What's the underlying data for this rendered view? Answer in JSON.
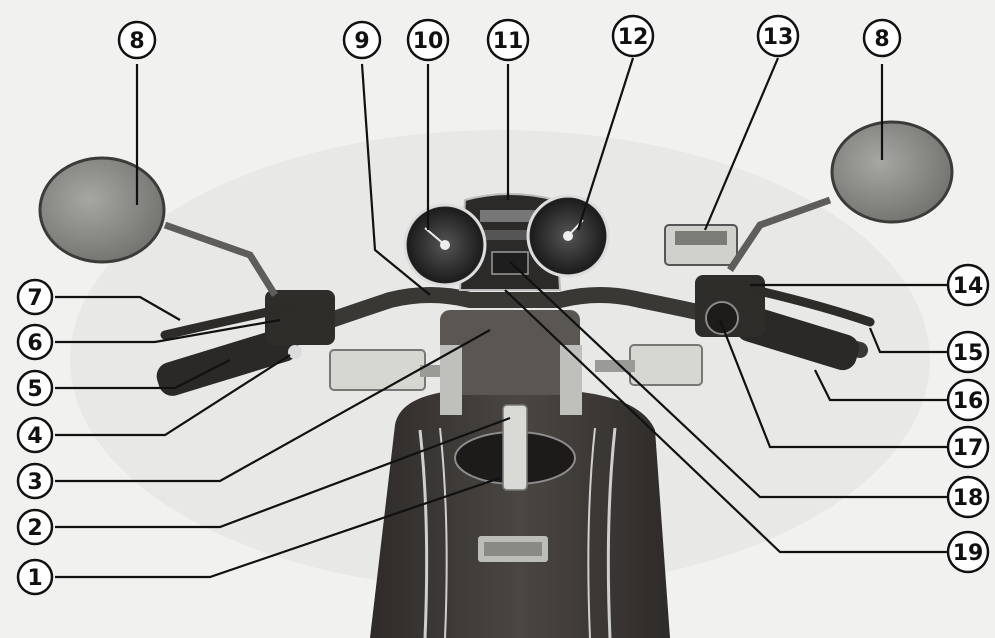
{
  "callouts": [
    {
      "id": "callout-1",
      "label": "1"
    },
    {
      "id": "callout-2",
      "label": "2"
    },
    {
      "id": "callout-3",
      "label": "3"
    },
    {
      "id": "callout-4",
      "label": "4"
    },
    {
      "id": "callout-5",
      "label": "5"
    },
    {
      "id": "callout-6",
      "label": "6"
    },
    {
      "id": "callout-7",
      "label": "7"
    },
    {
      "id": "callout-8-left",
      "label": "8"
    },
    {
      "id": "callout-8-right",
      "label": "8"
    },
    {
      "id": "callout-9",
      "label": "9"
    },
    {
      "id": "callout-10",
      "label": "10"
    },
    {
      "id": "callout-11",
      "label": "11"
    },
    {
      "id": "callout-12",
      "label": "12"
    },
    {
      "id": "callout-13",
      "label": "13"
    },
    {
      "id": "callout-14",
      "label": "14"
    },
    {
      "id": "callout-15",
      "label": "15"
    },
    {
      "id": "callout-16",
      "label": "16"
    },
    {
      "id": "callout-17",
      "label": "17"
    },
    {
      "id": "callout-18",
      "label": "18"
    },
    {
      "id": "callout-19",
      "label": "19"
    }
  ],
  "colors": {
    "background": "#f1f1ef",
    "mirror": "#8f8f8c",
    "tank": "#3f3b38",
    "line": "#111111"
  }
}
